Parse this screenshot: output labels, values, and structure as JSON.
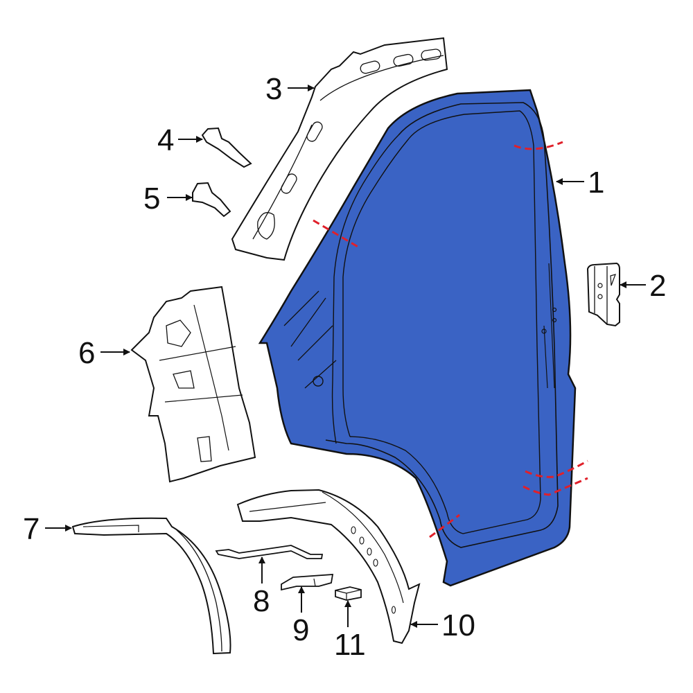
{
  "diagram": {
    "type": "exploded-parts-diagram",
    "highlight_color": "#3a63c4",
    "outline_color": "#111111",
    "cut_line_color": "#e0202a",
    "parts": [
      {
        "number": "1",
        "name": "side-panel",
        "highlighted": true
      },
      {
        "number": "2",
        "name": "bracket"
      },
      {
        "number": "3",
        "name": "upper-pillar-reinforcement"
      },
      {
        "number": "4",
        "name": "upper-bracket"
      },
      {
        "number": "5",
        "name": "lower-bracket"
      },
      {
        "number": "6",
        "name": "inner-pillar-panel"
      },
      {
        "number": "7",
        "name": "front-wheelhouse-arch"
      },
      {
        "number": "8",
        "name": "reinforcement-strip"
      },
      {
        "number": "9",
        "name": "small-bracket"
      },
      {
        "number": "10",
        "name": "rear-wheelhouse-arch"
      },
      {
        "number": "11",
        "name": "spacer-block"
      }
    ]
  },
  "callouts": {
    "c1": "1",
    "c2": "2",
    "c3": "3",
    "c4": "4",
    "c5": "5",
    "c6": "6",
    "c7": "7",
    "c8": "8",
    "c9": "9",
    "c10": "10",
    "c11": "11"
  }
}
